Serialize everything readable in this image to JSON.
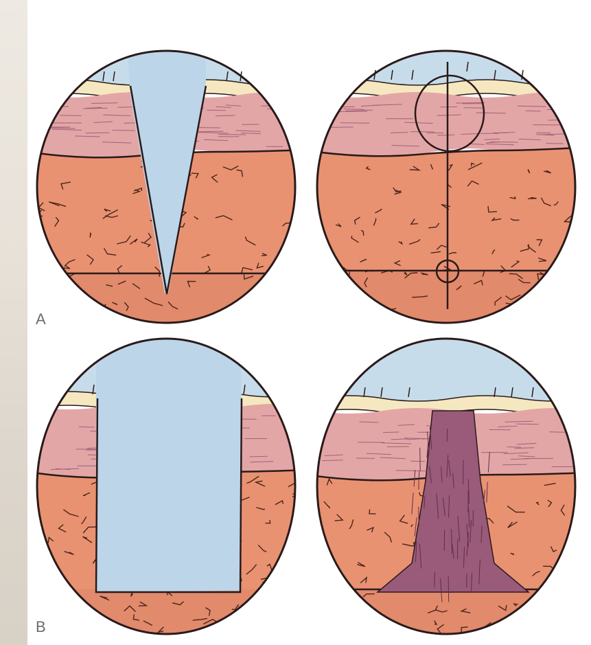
{
  "labels": {
    "a": "A",
    "b": "B"
  },
  "colors": {
    "sky": "#c7dcea",
    "epidermis": "#f5e8c0",
    "dermis": "#e3a6a6",
    "fat": "#e89272",
    "fat_lower": "#e28a6c",
    "outline": "#2a1a1a",
    "granulation": "#9a5a7a",
    "gap": "#bcd5e9"
  },
  "panels": [
    {
      "id": "a-left",
      "description_icon": "incised-wound-icon"
    },
    {
      "id": "a-right",
      "description_icon": "sutured-wound-icon"
    },
    {
      "id": "b-left",
      "description_icon": "open-wound-icon"
    },
    {
      "id": "b-right",
      "description_icon": "granulating-wound-icon"
    }
  ]
}
